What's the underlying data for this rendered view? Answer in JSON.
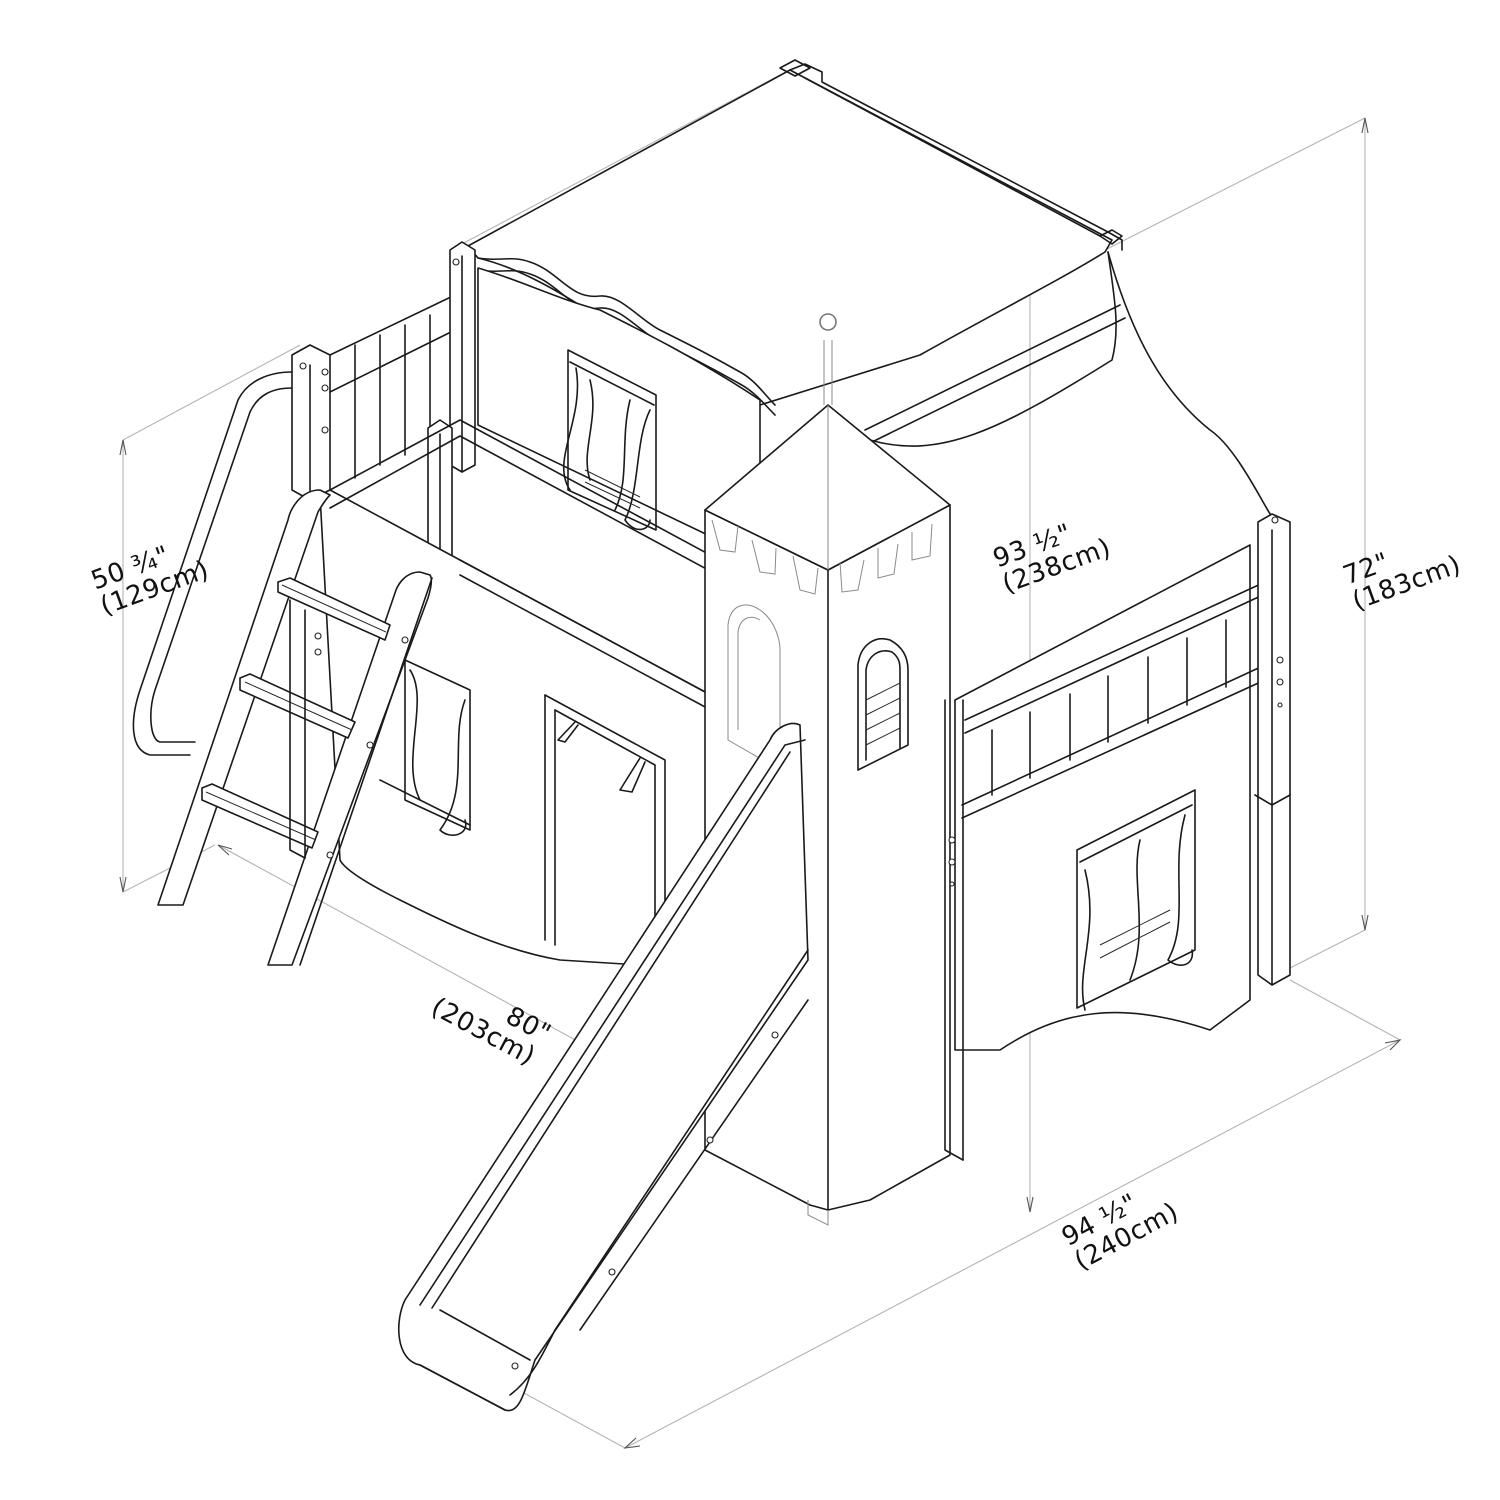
{
  "diagram": {
    "subject": "Loft bed with castle tent, tower and slide — dimension drawing",
    "line_color": "#1a1a1a",
    "dimension_line_color": "#b4b4b4",
    "background": "#ffffff"
  },
  "dimensions": {
    "platform_height": {
      "imperial": "50 ¾\"",
      "metric": "(129cm)"
    },
    "tower_height": {
      "imperial": "93 ½\"",
      "metric": "(238cm)"
    },
    "bed_height": {
      "imperial": "72\"",
      "metric": "(183cm)"
    },
    "length": {
      "imperial": "80\"",
      "metric": "(203cm)"
    },
    "overall_length": {
      "imperial": "94 ½\"",
      "metric": "(240cm)"
    }
  },
  "components": [
    {
      "name": "tent canopy",
      "label": ""
    },
    {
      "name": "castle tower with flag pole",
      "label": ""
    },
    {
      "name": "slide",
      "label": ""
    },
    {
      "name": "ladder with 3 steps",
      "label": ""
    },
    {
      "name": "handrail",
      "label": ""
    },
    {
      "name": "curtain windows",
      "label": ""
    },
    {
      "name": "door opening",
      "label": ""
    }
  ]
}
